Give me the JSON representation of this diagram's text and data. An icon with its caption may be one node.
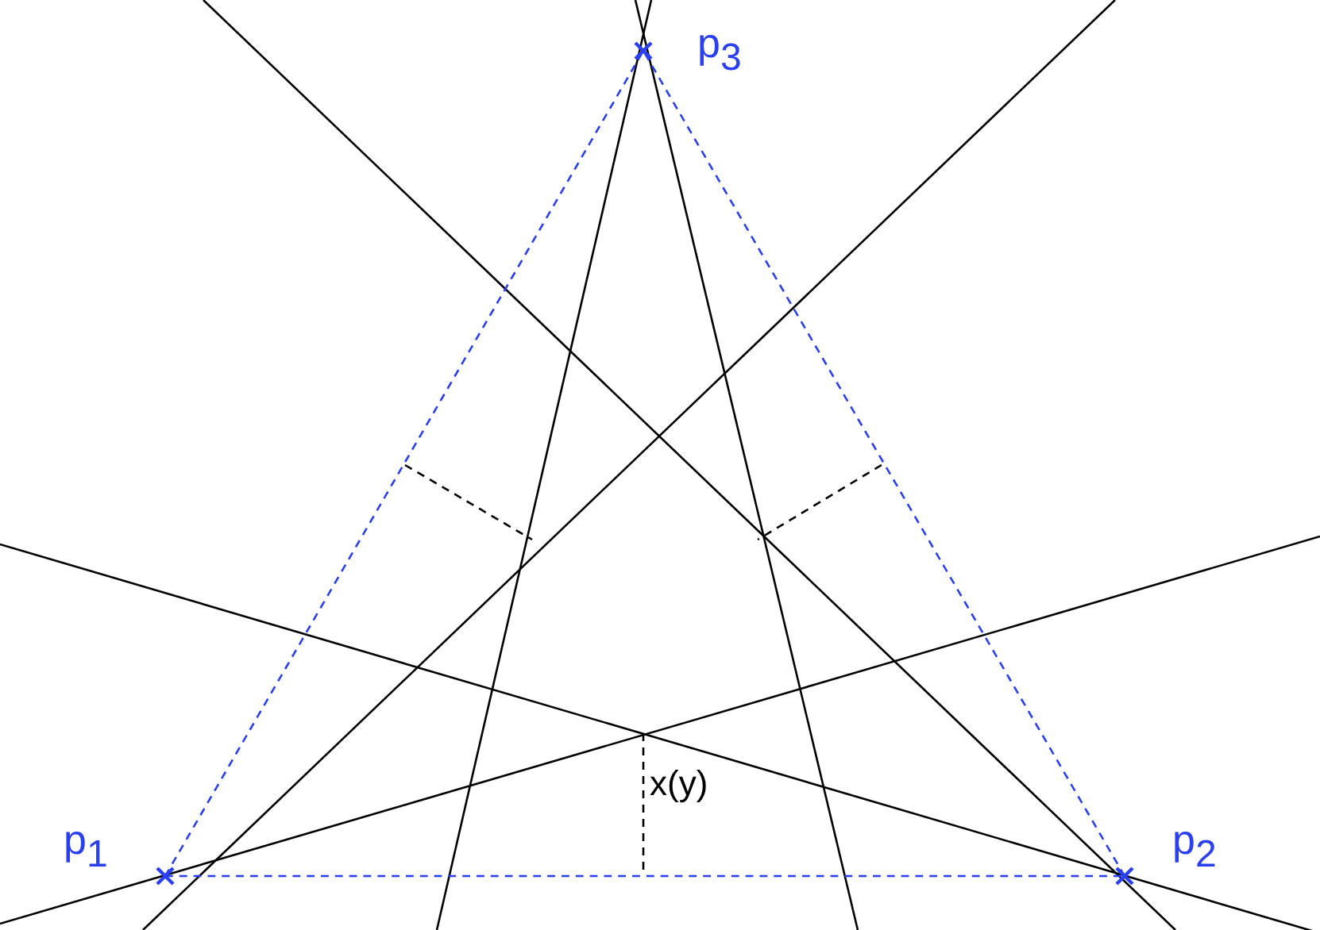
{
  "diagram": {
    "nodes": [
      {
        "text": [
          "p$_{1}$"
        ]
      },
      {
        "text": [
          "p$_{2}$"
        ]
      },
      {
        "text": [
          "p$_{3}$"
        ]
      }
    ],
    "edges": [
      {
        "from": 0,
        "to": 1,
        "arrow": "none",
        "style": "dashed",
        "color": "#2a3ff0"
      },
      {
        "from": 0,
        "to": 2,
        "arrow": "none",
        "style": "dashed",
        "color": "#2a3ff0"
      },
      {
        "from": 1,
        "to": 2,
        "arrow": "none",
        "style": "dashed",
        "color": "#2a3ff0"
      }
    ],
    "labels": [
      "x(y)"
    ]
  }
}
